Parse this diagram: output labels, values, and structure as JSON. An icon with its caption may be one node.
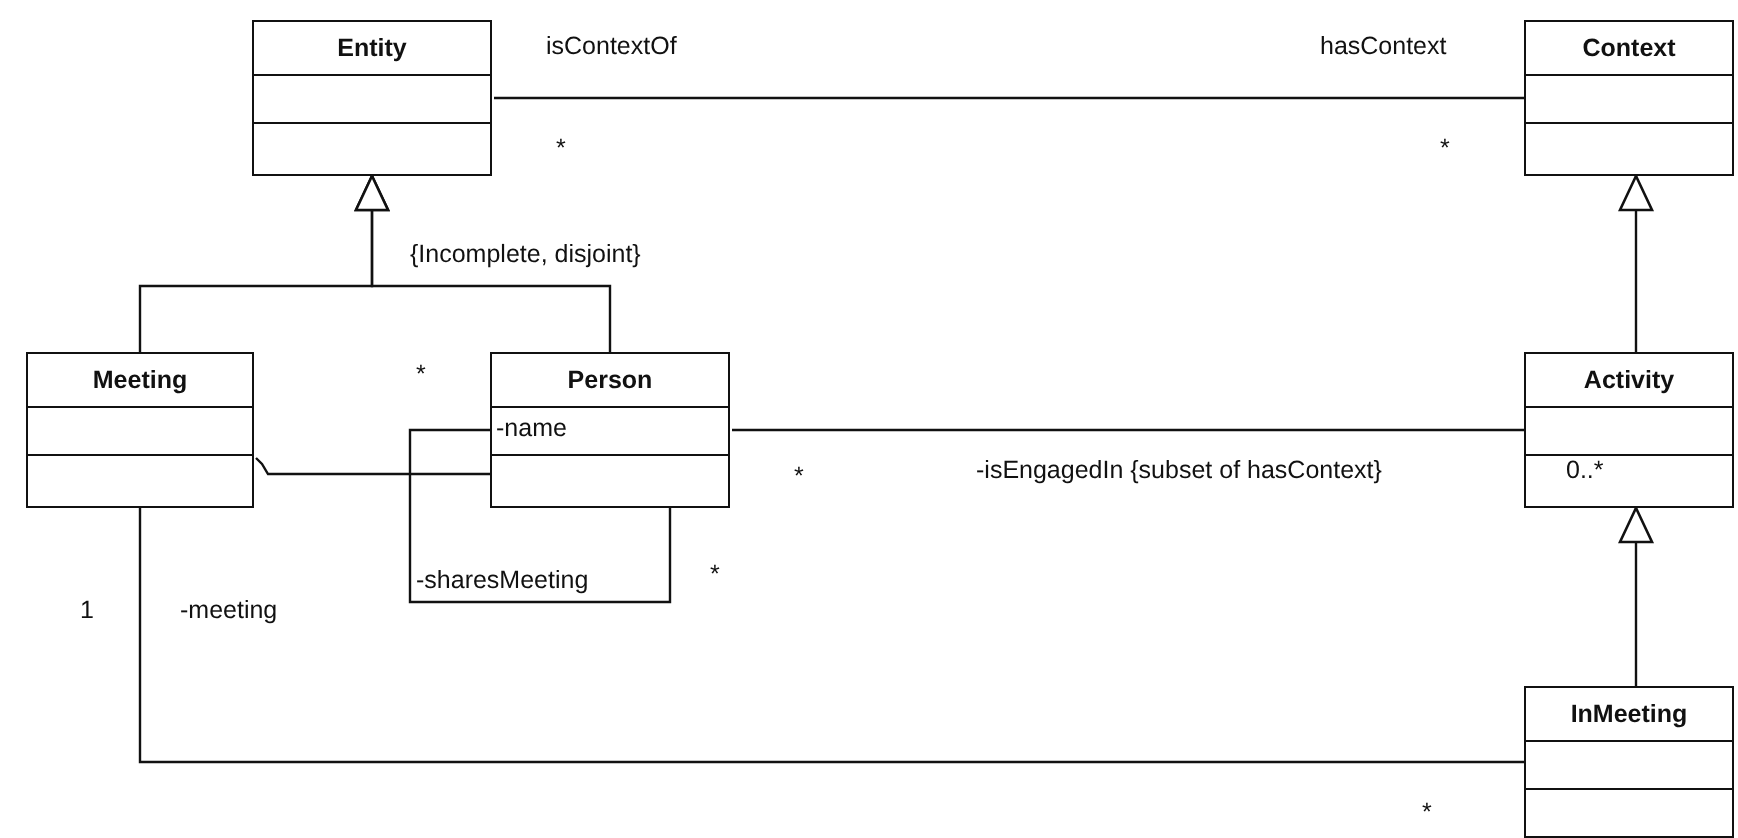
{
  "diagram": {
    "nodes": [
      {
        "text": [
          "Entity"
        ]
      },
      {
        "text": [
          "Context"
        ]
      },
      {
        "text": [
          "Meeting"
        ]
      },
      {
        "text": [
          "Person",
          "-name"
        ]
      },
      {
        "text": [
          "Activity"
        ]
      },
      {
        "text": [
          "InMeeting"
        ]
      }
    ],
    "edges": [
      {
        "from": 0,
        "to": 1,
        "arrow": "none"
      },
      {
        "from": 2,
        "to": 0,
        "arrow": "to"
      },
      {
        "from": 3,
        "to": 0,
        "arrow": "to"
      },
      {
        "from": 4,
        "to": 1,
        "arrow": "to"
      },
      {
        "from": 5,
        "to": 4,
        "arrow": "to"
      },
      {
        "from": 2,
        "to": 3,
        "arrow": "none"
      },
      {
        "from": 3,
        "to": 3,
        "arrow": "none",
        "label": "-sharesMeeting"
      },
      {
        "from": 3,
        "to": 4,
        "arrow": "none",
        "label": "-isEngagedIn {subset of hasContext}"
      },
      {
        "from": 2,
        "to": 5,
        "arrow": "none",
        "label": "-meeting"
      }
    ],
    "labels": [
      "isContextOf",
      "hasContext",
      "*",
      "*",
      "{Incomplete, disjoint}",
      "*",
      "*",
      "0..*",
      "*",
      "1",
      "*"
    ]
  }
}
